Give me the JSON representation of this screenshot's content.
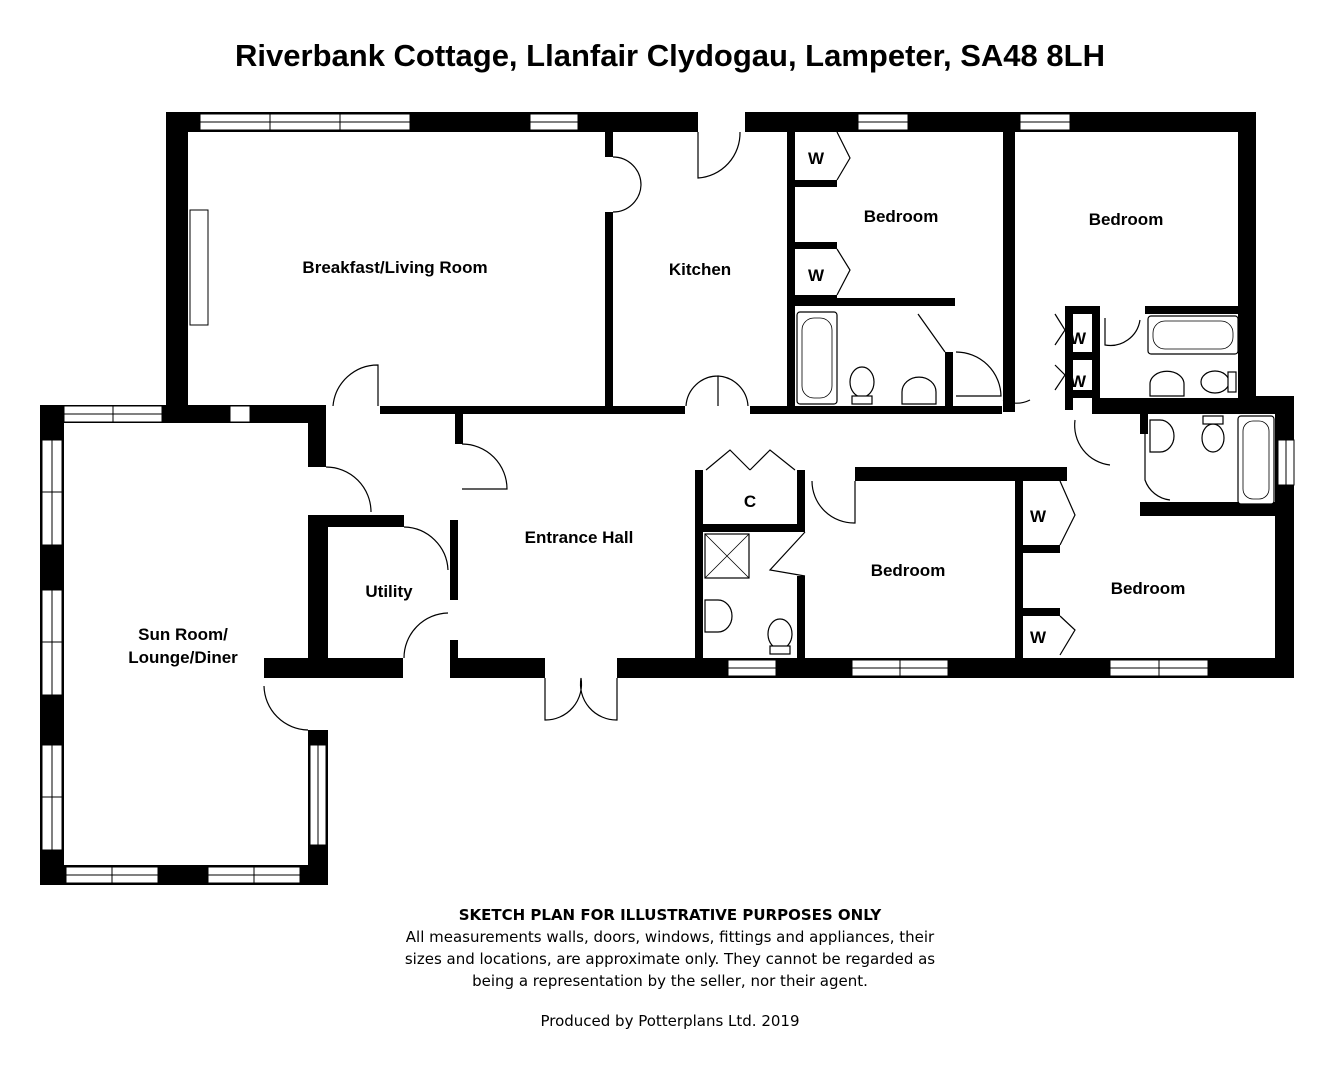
{
  "title": "Riverbank Cottage, Llanfair Clydogau, Lampeter, SA48 8LH",
  "rooms": {
    "breakfast_living": "Breakfast/Living Room",
    "kitchen": "Kitchen",
    "bedroom_1": "Bedroom",
    "bedroom_2": "Bedroom",
    "bedroom_3": "Bedroom",
    "bedroom_4": "Bedroom",
    "entrance_hall": "Entrance Hall",
    "utility": "Utility",
    "sun_room_line1": "Sun Room/",
    "sun_room_line2": "Lounge/Diner",
    "cupboard": "C",
    "wardrobe": "W"
  },
  "disclaimer": {
    "heading": "SKETCH PLAN FOR ILLUSTRATIVE PURPOSES ONLY",
    "line1": "All measurements walls, doors, windows, fittings and appliances, their",
    "line2": "sizes and locations, are approximate only. They cannot be regarded as",
    "line3": "being a representation by the seller, nor their agent.",
    "credit": "Produced by Potterplans Ltd. 2019"
  }
}
